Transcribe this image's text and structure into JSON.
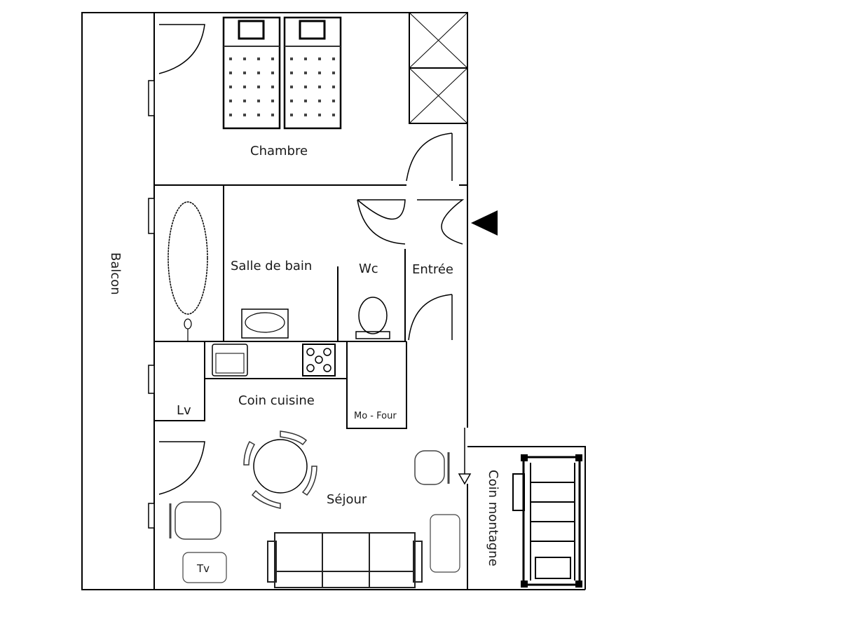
{
  "floor_plan": {
    "rooms": [
      {
        "id": "chambre",
        "label": "Chambre"
      },
      {
        "id": "salle_de_bain",
        "label": "Salle de bain"
      },
      {
        "id": "wc",
        "label": "Wc"
      },
      {
        "id": "entree",
        "label": "Entrée"
      },
      {
        "id": "coin_cuisine",
        "label": "Coin cuisine"
      },
      {
        "id": "lv",
        "label": "Lv"
      },
      {
        "id": "mo_four",
        "label": "Mo - Four"
      },
      {
        "id": "sejour",
        "label": "Séjour"
      },
      {
        "id": "balcon",
        "label": "Balcon"
      },
      {
        "id": "coin_montagne",
        "label": "Coin montagne"
      },
      {
        "id": "tv",
        "label": "Tv"
      }
    ],
    "colors": {
      "wall": "#000000",
      "background": "#ffffff",
      "text": "#1a1a1a"
    }
  }
}
